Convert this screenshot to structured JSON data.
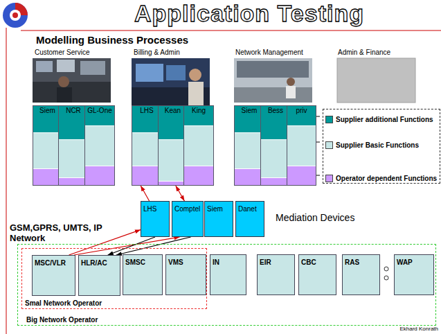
{
  "diagram": {
    "title": "Application Testing",
    "nodes": [
      {
        "text": [
          "Siem"
        ]
      },
      {
        "text": [
          "NCR"
        ]
      },
      {
        "text": [
          "GL-One"
        ]
      },
      {
        "text": [
          "LHS"
        ]
      },
      {
        "text": [
          "Kean"
        ]
      },
      {
        "text": [
          "King"
        ]
      },
      {
        "text": [
          "Siem"
        ]
      },
      {
        "text": [
          "Bess"
        ]
      },
      {
        "text": [
          "priv"
        ]
      },
      {
        "text": [
          "LHS"
        ]
      },
      {
        "text": [
          "Comptel"
        ]
      },
      {
        "text": [
          "Siem"
        ]
      },
      {
        "text": [
          "Danet"
        ]
      },
      {
        "text": [
          "Big Network Operator"
        ]
      },
      {
        "text": [
          "Smal Network Operator"
        ],
        "in": 13
      },
      {
        "text": [
          "MSC/VLR"
        ],
        "in": 14
      },
      {
        "text": [
          "HLR/AC"
        ],
        "in": 14
      },
      {
        "text": [
          "SMSC"
        ],
        "in": 13
      },
      {
        "text": [
          "VMS"
        ],
        "in": 13
      },
      {
        "text": [
          "IN"
        ],
        "in": 13
      },
      {
        "text": [
          "EIR"
        ],
        "in": 13
      },
      {
        "text": [
          "CBC"
        ],
        "in": 13
      },
      {
        "text": [
          "RAS"
        ],
        "in": 13
      },
      {
        "text": [
          "WAP"
        ],
        "in": 13
      }
    ],
    "edges": [
      {
        "from": 15,
        "to": 9,
        "arrow": "to"
      },
      {
        "from": 15,
        "to": 10,
        "arrow": "to"
      },
      {
        "from": 9,
        "to": 16,
        "arrow": "to"
      },
      {
        "from": 10,
        "to": 16,
        "arrow": "to"
      },
      {
        "from": 9,
        "to": 3,
        "arrow": "to"
      },
      {
        "from": 10,
        "to": 4,
        "arrow": "both"
      }
    ],
    "labels": [
      "Modelling Business Processes",
      "Customer Service",
      "Billing & Admin",
      "Network Management",
      "Admin & Finance",
      "Mediation Devices",
      "GSM,GPRS, UMTS, IP Network",
      "Ekhard Konrath"
    ],
    "legend": [
      {
        "text": "Supplier additional Functions",
        "color": "#009999"
      },
      {
        "text": "Supplier Basic Functions",
        "color": "#c6e6e6"
      },
      {
        "text": "Operator dependent Functions",
        "color": "#cc99ff"
      }
    ]
  }
}
